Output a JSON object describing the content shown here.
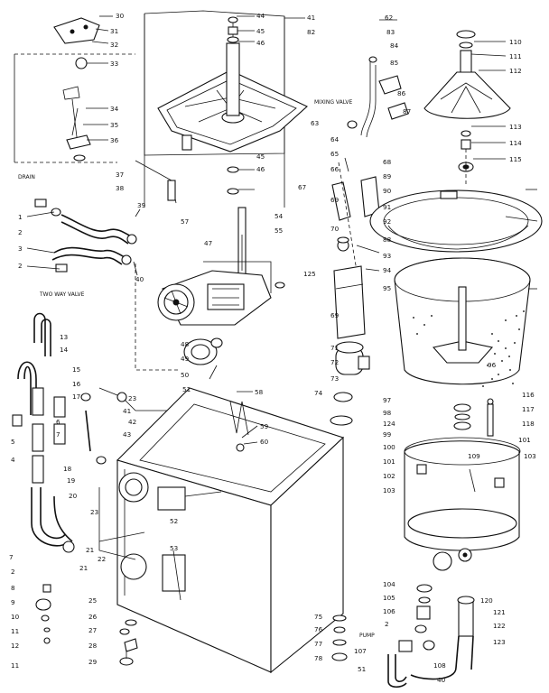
{
  "notes": {
    "drain": "DRAIN",
    "two_way_valve": "TWO WAY VALVE",
    "mixing_valve": "MIXING VALVE",
    "pump": "PUMP"
  },
  "callouts": [
    {
      "id": "c30",
      "text": "30"
    },
    {
      "id": "c31",
      "text": "31"
    },
    {
      "id": "c32",
      "text": "32"
    },
    {
      "id": "c33",
      "text": "33"
    },
    {
      "id": "c34",
      "text": "34"
    },
    {
      "id": "c35",
      "text": "35"
    },
    {
      "id": "c36",
      "text": "36"
    },
    {
      "id": "c37",
      "text": "37"
    },
    {
      "id": "c38",
      "text": "38"
    },
    {
      "id": "c39",
      "text": "39"
    },
    {
      "id": "c1",
      "text": "1"
    },
    {
      "id": "c2a",
      "text": "2"
    },
    {
      "id": "c3",
      "text": "3"
    },
    {
      "id": "c2b",
      "text": "2"
    },
    {
      "id": "c40a",
      "text": "40"
    },
    {
      "id": "c44",
      "text": "44"
    },
    {
      "id": "c45a",
      "text": "45"
    },
    {
      "id": "c46a",
      "text": "46"
    },
    {
      "id": "c45b",
      "text": "45"
    },
    {
      "id": "c46b",
      "text": "46"
    },
    {
      "id": "c41a",
      "text": "41"
    },
    {
      "id": "c82",
      "text": "82"
    },
    {
      "id": "c57",
      "text": "57"
    },
    {
      "id": "c54",
      "text": "54"
    },
    {
      "id": "c55",
      "text": "55"
    },
    {
      "id": "c47",
      "text": "47"
    },
    {
      "id": "c125",
      "text": "125"
    },
    {
      "id": "c48",
      "text": "48"
    },
    {
      "id": "c49",
      "text": "49"
    },
    {
      "id": "c50",
      "text": "50"
    },
    {
      "id": "c51",
      "text": "51"
    },
    {
      "id": "c58",
      "text": "58"
    },
    {
      "id": "c59",
      "text": "59"
    },
    {
      "id": "c60",
      "text": "60"
    },
    {
      "id": "c13",
      "text": "13"
    },
    {
      "id": "c14",
      "text": "14"
    },
    {
      "id": "c15",
      "text": "15"
    },
    {
      "id": "c16",
      "text": "16"
    },
    {
      "id": "c17",
      "text": "17"
    },
    {
      "id": "c23",
      "text": "23"
    },
    {
      "id": "c41b",
      "text": "41"
    },
    {
      "id": "c42",
      "text": "42"
    },
    {
      "id": "c43",
      "text": "43"
    },
    {
      "id": "c5",
      "text": "5"
    },
    {
      "id": "c6",
      "text": "6"
    },
    {
      "id": "c4",
      "text": "4"
    },
    {
      "id": "c7",
      "text": "7"
    },
    {
      "id": "c18",
      "text": "18"
    },
    {
      "id": "c19",
      "text": "19"
    },
    {
      "id": "c20",
      "text": "20"
    },
    {
      "id": "c52",
      "text": "52"
    },
    {
      "id": "c53",
      "text": "53"
    },
    {
      "id": "c21a",
      "text": "21"
    },
    {
      "id": "c22",
      "text": "22"
    },
    {
      "id": "c23b",
      "text": "23"
    },
    {
      "id": "c7b",
      "text": "7"
    },
    {
      "id": "c2c",
      "text": "2"
    },
    {
      "id": "c21b",
      "text": "21"
    },
    {
      "id": "c8",
      "text": "8"
    },
    {
      "id": "c9",
      "text": "9"
    },
    {
      "id": "c10",
      "text": "10"
    },
    {
      "id": "c11a",
      "text": "11"
    },
    {
      "id": "c12",
      "text": "12"
    },
    {
      "id": "c11b",
      "text": "11"
    },
    {
      "id": "c25",
      "text": "25"
    },
    {
      "id": "c26",
      "text": "26"
    },
    {
      "id": "c27",
      "text": "27"
    },
    {
      "id": "c28",
      "text": "28"
    },
    {
      "id": "c29",
      "text": "29"
    },
    {
      "id": "c62",
      "text": "62"
    },
    {
      "id": "c63",
      "text": "63"
    },
    {
      "id": "c64",
      "text": "64"
    },
    {
      "id": "c65",
      "text": "65"
    },
    {
      "id": "c66",
      "text": "66"
    },
    {
      "id": "c67",
      "text": "67"
    },
    {
      "id": "c68",
      "text": "68"
    },
    {
      "id": "c69",
      "text": "69"
    },
    {
      "id": "c70",
      "text": "70"
    },
    {
      "id": "c83",
      "text": "83"
    },
    {
      "id": "c84",
      "text": "84"
    },
    {
      "id": "c85",
      "text": "85"
    },
    {
      "id": "c86",
      "text": "86"
    },
    {
      "id": "c87",
      "text": "87"
    },
    {
      "id": "c88",
      "text": "88"
    },
    {
      "id": "c89",
      "text": "89"
    },
    {
      "id": "c90",
      "text": "90"
    },
    {
      "id": "c91",
      "text": "91"
    },
    {
      "id": "c92",
      "text": "92"
    },
    {
      "id": "c93",
      "text": "93"
    },
    {
      "id": "c94",
      "text": "94"
    },
    {
      "id": "c95",
      "text": "95"
    },
    {
      "id": "c96",
      "text": "96"
    },
    {
      "id": "c69b",
      "text": "69"
    },
    {
      "id": "c71",
      "text": "71"
    },
    {
      "id": "c72",
      "text": "72"
    },
    {
      "id": "c73",
      "text": "73"
    },
    {
      "id": "c74",
      "text": "74"
    },
    {
      "id": "c97",
      "text": "97"
    },
    {
      "id": "c98",
      "text": "98"
    },
    {
      "id": "c124",
      "text": "124"
    },
    {
      "id": "c99",
      "text": "99"
    },
    {
      "id": "c100",
      "text": "100"
    },
    {
      "id": "c101a",
      "text": "101"
    },
    {
      "id": "c102",
      "text": "102"
    },
    {
      "id": "c103a",
      "text": "103"
    },
    {
      "id": "c109",
      "text": "109"
    },
    {
      "id": "c101b",
      "text": "101"
    },
    {
      "id": "c103b",
      "text": "103"
    },
    {
      "id": "c116",
      "text": "116"
    },
    {
      "id": "c117",
      "text": "117"
    },
    {
      "id": "c118",
      "text": "118"
    },
    {
      "id": "c110",
      "text": "110"
    },
    {
      "id": "c111",
      "text": "111"
    },
    {
      "id": "c112",
      "text": "112"
    },
    {
      "id": "c113",
      "text": "113"
    },
    {
      "id": "c114",
      "text": "114"
    },
    {
      "id": "c115",
      "text": "115"
    },
    {
      "id": "c104",
      "text": "104"
    },
    {
      "id": "c105",
      "text": "105"
    },
    {
      "id": "c106",
      "text": "106"
    },
    {
      "id": "c2d",
      "text": "2"
    },
    {
      "id": "c107",
      "text": "107"
    },
    {
      "id": "c108",
      "text": "108"
    },
    {
      "id": "c40b",
      "text": "40"
    },
    {
      "id": "c51b",
      "text": "51"
    },
    {
      "id": "c120",
      "text": "120"
    },
    {
      "id": "c121",
      "text": "121"
    },
    {
      "id": "c122",
      "text": "122"
    },
    {
      "id": "c123",
      "text": "123"
    },
    {
      "id": "c75",
      "text": "75"
    },
    {
      "id": "c76",
      "text": "76"
    },
    {
      "id": "c77",
      "text": "77"
    },
    {
      "id": "c78",
      "text": "78"
    }
  ]
}
